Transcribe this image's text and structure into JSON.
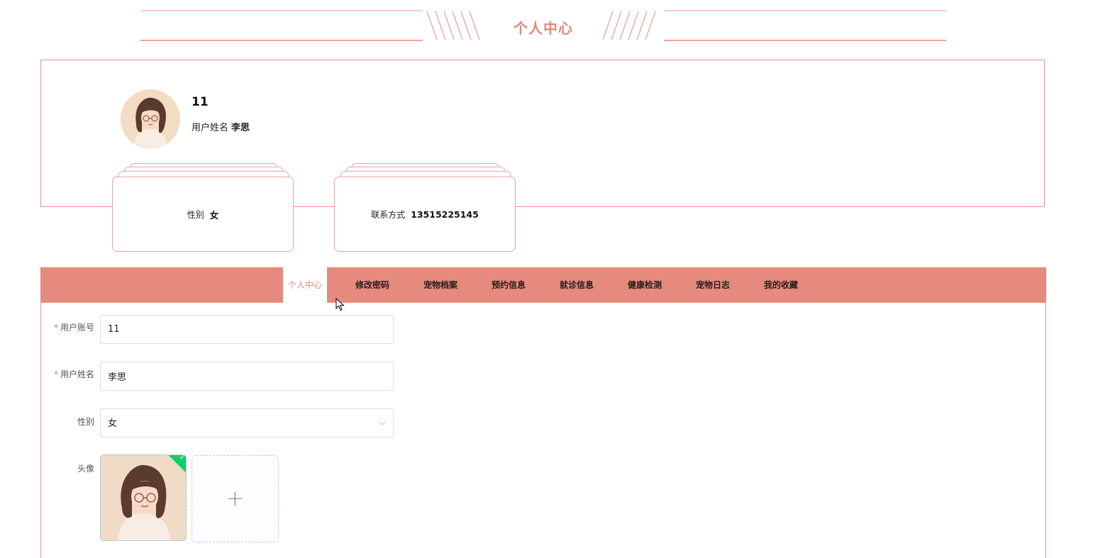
{
  "banner": {
    "title": "个人中心"
  },
  "profile": {
    "username": "11",
    "realname_label": "用户姓名",
    "realname": "李思"
  },
  "cards": [
    {
      "label": "性别",
      "value": "女"
    },
    {
      "label": "联系方式",
      "value": "13515225145"
    }
  ],
  "tabs": [
    {
      "label": "个人中心",
      "active": true
    },
    {
      "label": "修改密码"
    },
    {
      "label": "宠物档案"
    },
    {
      "label": "预约信息"
    },
    {
      "label": "就诊信息"
    },
    {
      "label": "健康检测"
    },
    {
      "label": "宠物日志"
    },
    {
      "label": "我的收藏"
    }
  ],
  "form": {
    "account": {
      "label": "用户账号",
      "value": "11",
      "required": true
    },
    "name": {
      "label": "用户姓名",
      "value": "李思",
      "required": true
    },
    "gender": {
      "label": "性别",
      "value": "女"
    },
    "avatar": {
      "label": "头像"
    },
    "required_mark": "*",
    "add_symbol": "+",
    "check_symbol": "✓"
  },
  "colors": {
    "accent": "#e58a7c",
    "title": "#e0897c",
    "success": "#13ce66"
  }
}
